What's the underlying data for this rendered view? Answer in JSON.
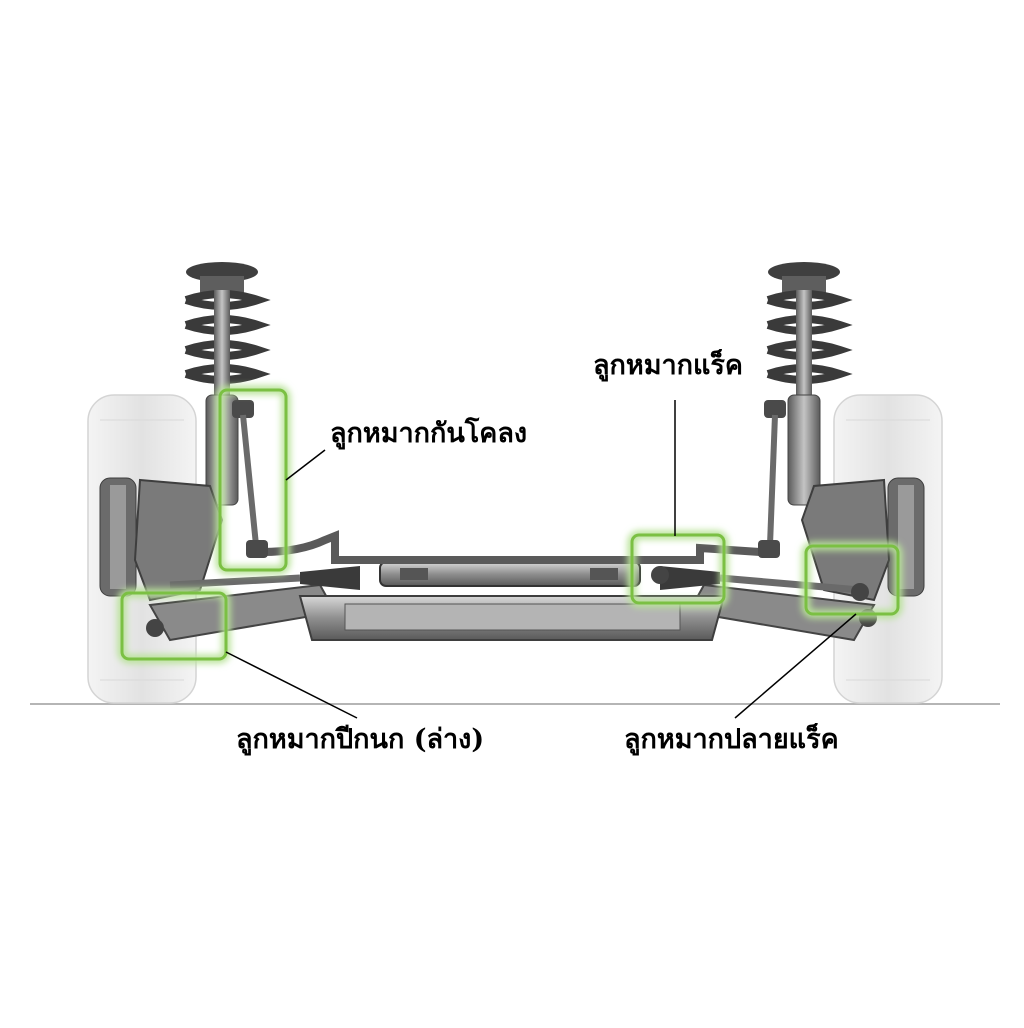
{
  "callouts": {
    "stabilizer_link": "ลูกหมากกันโคลง",
    "rack_end": "ลูกหมากแร็ค",
    "lower_arm_ball_joint": "ลูกหมากปีกนก (ล่าง)",
    "tie_rod_end": "ลูกหมากปลายแร็ค"
  },
  "colors": {
    "highlight": "#7bc043",
    "highlight_glow": "#b9e39a",
    "leader_line": "#000000",
    "ground_line": "#b5b5b5",
    "tire": "#e7e7e7",
    "metal_dark": "#4a4a4a",
    "metal_mid": "#8c8c8c",
    "metal_light": "#c9c9c9"
  }
}
